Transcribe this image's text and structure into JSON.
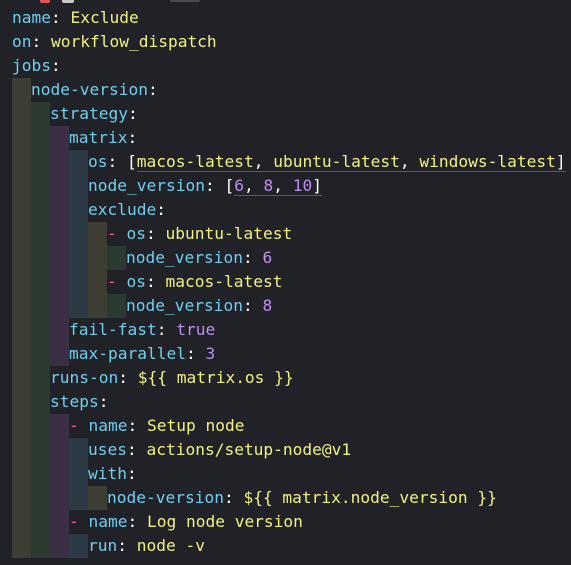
{
  "editor": {
    "language": "yaml",
    "colors": {
      "background": "#212128",
      "key": "#6fd0ed",
      "string": "#f2f27f",
      "number": "#bd8ef0",
      "dash": "#ff5e9b",
      "punctuation": "#ffffff"
    },
    "lines": [
      {
        "key": "name",
        "value": "Exclude"
      },
      {
        "key": "on",
        "value": "workflow_dispatch"
      },
      {
        "key": "jobs"
      },
      {
        "key": "node-version"
      },
      {
        "key": "strategy"
      },
      {
        "key": "matrix"
      },
      {
        "key": "os",
        "list": [
          "macos-latest",
          "ubuntu-latest",
          "windows-latest"
        ]
      },
      {
        "key": "node_version",
        "list": [
          "6",
          "8",
          "10"
        ]
      },
      {
        "key": "exclude"
      },
      {
        "dash": "-",
        "key": "os",
        "value": "ubuntu-latest"
      },
      {
        "key": "node_version",
        "value": "6"
      },
      {
        "dash": "-",
        "key": "os",
        "value": "macos-latest"
      },
      {
        "key": "node_version",
        "value": "8"
      },
      {
        "key": "fail-fast",
        "value": "true"
      },
      {
        "key": "max-parallel",
        "value": "3"
      },
      {
        "key": "runs-on",
        "value": "${{ matrix.os }}"
      },
      {
        "key": "steps"
      },
      {
        "dash": "-",
        "key": "name",
        "value": "Setup node"
      },
      {
        "key": "uses",
        "value": "actions/setup-node@v1"
      },
      {
        "key": "with"
      },
      {
        "key": "node-version",
        "value": "${{ matrix.node_version }}"
      },
      {
        "dash": "-",
        "key": "name",
        "value": "Log node version"
      },
      {
        "key": "run",
        "value": "node -v"
      }
    ]
  }
}
